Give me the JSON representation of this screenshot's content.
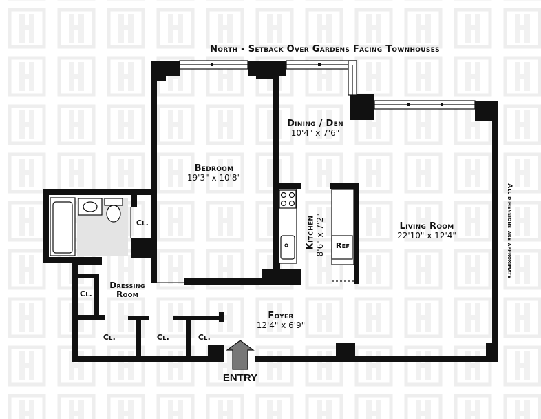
{
  "header": {
    "title": "North - Setback Over Gardens Facing Townhouses"
  },
  "note": "All dimensions are approximate",
  "entry_label": "ENTRY",
  "rooms": {
    "bedroom": {
      "name": "Bedroom",
      "dims": "19'3\" x 10'8\""
    },
    "dining": {
      "name": "Dining / Den",
      "dims": "10'4\" x 7'6\""
    },
    "kitchen": {
      "name": "Kitchen",
      "dims": "8'6\" x 7'2\""
    },
    "living": {
      "name": "Living Room",
      "dims": "22'10\" x 12'4\""
    },
    "dressing": {
      "name_line1": "Dressing",
      "name_line2": "Room"
    },
    "foyer": {
      "name": "Foyer",
      "dims": "12'4\" x 6'9\""
    }
  },
  "closets": {
    "bath_closet": "Cl.",
    "dressing_closet": "Cl.",
    "foyer_closet_1": "Cl.",
    "foyer_closet_2": "Cl.",
    "foyer_closet_3": "Cl."
  },
  "appliances": {
    "fridge": "Ref"
  }
}
